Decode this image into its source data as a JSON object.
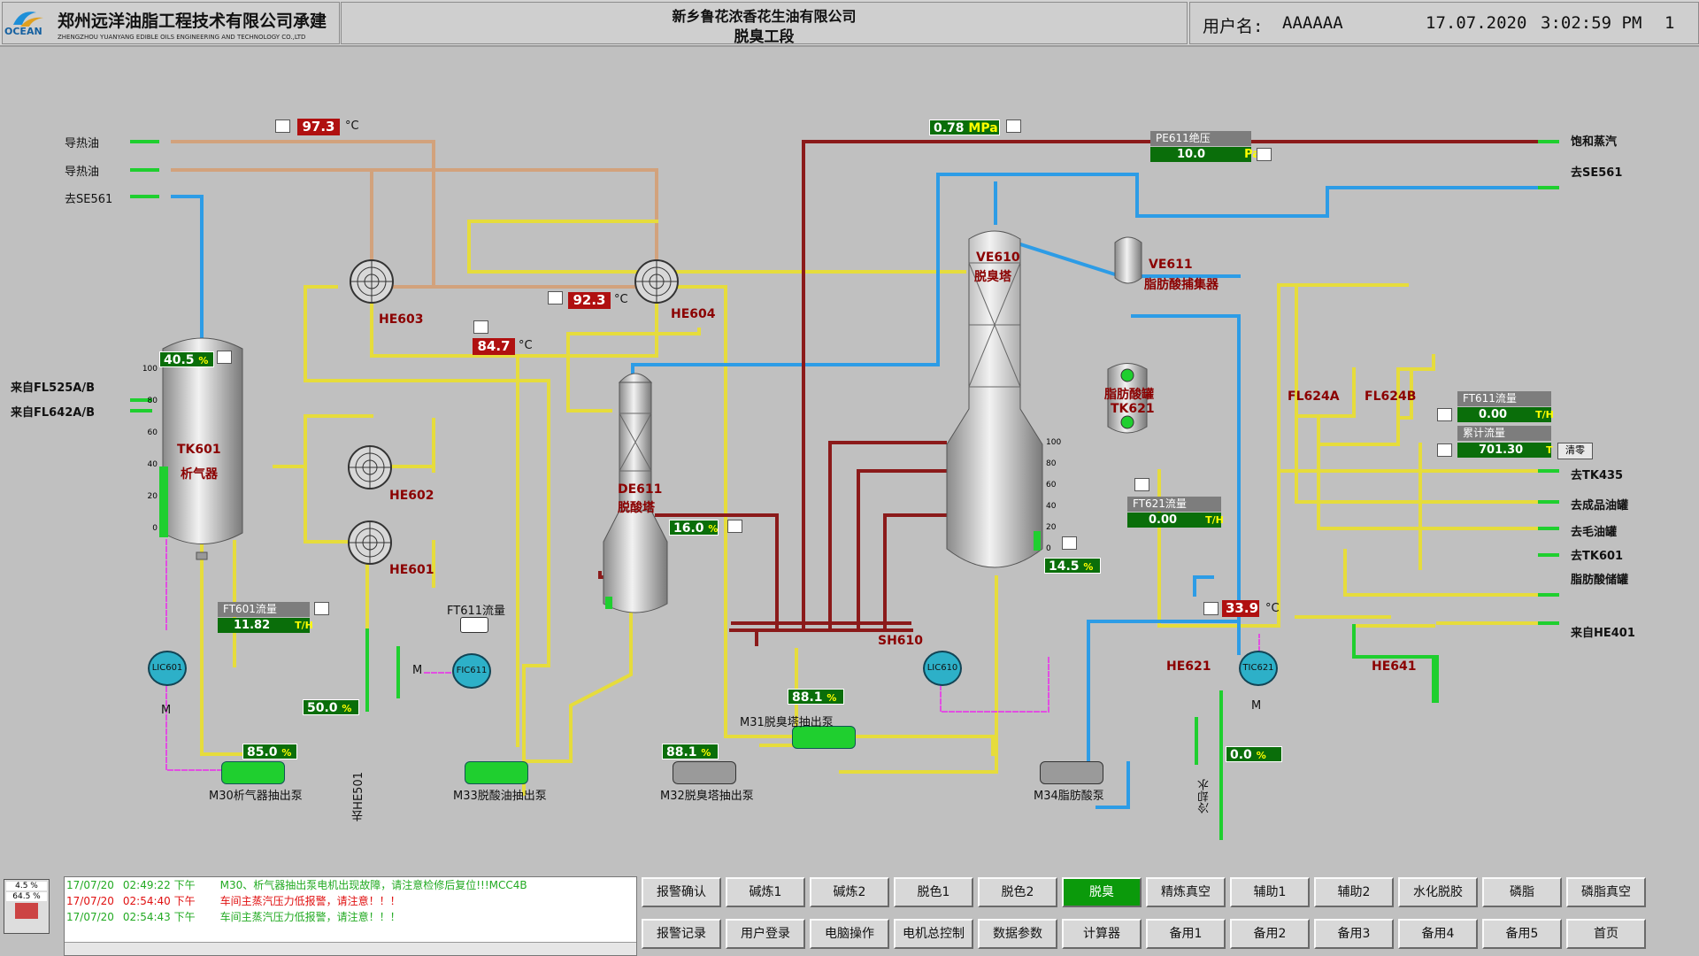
{
  "header": {
    "company": "郑州远洋油脂工程技术有限公司承建",
    "company_en": "ZHENGZHOU YUANYANG EDIBLE OILS ENGINEERING AND TECHNOLOGY CO.,LTD",
    "logo_text": "OCEAN",
    "client": "新乡鲁花浓香花生油有限公司",
    "section": "脱臭工段",
    "user_label": "用户名:",
    "user_name": "AAAAAA",
    "date": "17.07.2020",
    "time": "3:02:59 PM",
    "page_num": "1"
  },
  "lines": {
    "heat_oil_in": "导热油",
    "heat_oil_out": "导热油",
    "to_se561_left": "去SE561",
    "from_fl525": "来自FL525A/B",
    "from_fl642": "来自FL642A/B",
    "saturated_steam": "饱和蒸汽",
    "to_se561_right": "去SE561",
    "to_tk435": "去TK435",
    "to_product_tank": "去成品油罐",
    "to_crude_tank": "去毛油罐",
    "to_tk601": "去TK601",
    "fatty_acid_storage": "脂肪酸储罐",
    "from_he401": "来自HE401",
    "to_he501": "去HE501",
    "cooling_water": "冷却水"
  },
  "equipment": {
    "tk601_tag": "TK601",
    "tk601_name": "析气器",
    "he603": "HE603",
    "he604": "HE604",
    "he602": "HE602",
    "he601": "HE601",
    "de611_tag": "DE611",
    "de611_name": "脱酸塔",
    "ve610_tag": "VE610",
    "ve610_name": "脱臭塔",
    "ve611_tag": "VE611",
    "ve611_name": "脂肪酸捕集器",
    "tk621_name": "脂肪酸罐",
    "tk621_tag": "TK621",
    "fl624a": "FL624A",
    "fl624b": "FL624B",
    "sh610": "SH610",
    "he621": "HE621",
    "he641": "HE641",
    "lic601": "LIC601",
    "fic611": "FIC611",
    "lic610": "LIC610",
    "tic621": "TIC621",
    "m30": "M30析气器抽出泵",
    "m33": "M33脱酸油抽出泵",
    "m32": "M32脱臭塔抽出泵",
    "m31": "M31脱臭塔抽出泵",
    "m34": "M34脂肪酸泵",
    "motor_m": "M"
  },
  "values": {
    "temp_top": "97.3",
    "temp_he604": "92.3",
    "temp_he603": "84.7",
    "temp_he621": "33.9",
    "unit_c": "°C",
    "tk601_level": "40.5",
    "pressure_steam": "0.78",
    "pressure_unit": "MPa",
    "pe611_label": "PE611绝压",
    "pe611_value": "10.0",
    "pe611_unit": "Pa",
    "de611_level": "16.0",
    "ve610_level": "14.5",
    "ft601_label": "FT601流量",
    "ft601_value": "11.82",
    "ft601_unit": "T/H",
    "ft611_flow_label": "FT611流量",
    "valve_50": "50.0",
    "pump_m30": "85.0",
    "pump_m31": "88.1",
    "pump_m32": "88.1",
    "valve_tic621": "0.0",
    "ft621_label": "FT621流量",
    "ft621_value": "0.00",
    "ft621_unit": "T/H",
    "ft611_label": "FT611流量",
    "ft611_value": "0.00",
    "ft611_unit": "T/H",
    "total_label": "累计流量",
    "total_value": "701.30",
    "total_unit": "T",
    "clear_btn": "清零",
    "pct": "%",
    "ticks": [
      "100",
      "80",
      "60",
      "40",
      "20",
      "0"
    ]
  },
  "alarms": [
    {
      "date": "17/07/20",
      "time": "02:49:22 下午",
      "msg": "M30、析气器抽出泵电机出现故障，请注意检修后复位!!!MCC4B",
      "color": "#22aa22"
    },
    {
      "date": "17/07/20",
      "time": "02:54:40 下午",
      "msg": "车间主蒸汽压力低报警，请注意！！！",
      "color": "#e01010"
    },
    {
      "date": "17/07/20",
      "time": "02:54:43 下午",
      "msg": "车间主蒸汽压力低报警，请注意！！！",
      "color": "#22aa22"
    }
  ],
  "mini": {
    "v1": "4.5 %",
    "v2": "64.5 %"
  },
  "nav_row1": [
    "报警确认",
    "碱炼1",
    "碱炼2",
    "脱色1",
    "脱色2",
    "脱臭",
    "精炼真空",
    "辅助1",
    "辅助2",
    "水化脱胶",
    "磷脂",
    "磷脂真空"
  ],
  "nav_row2": [
    "报警记录",
    "用户登录",
    "电脑操作",
    "电机总控制",
    "数据参数",
    "计算器",
    "备用1",
    "备用2",
    "备用3",
    "备用4",
    "备用5",
    "首页"
  ],
  "colors": {
    "active": "#0b9a0b",
    "oil_line": "#e6dc3c",
    "water_line": "#2d9ce6",
    "steam_line": "#8b1a1a",
    "heat_oil_line": "#d2a27c"
  }
}
